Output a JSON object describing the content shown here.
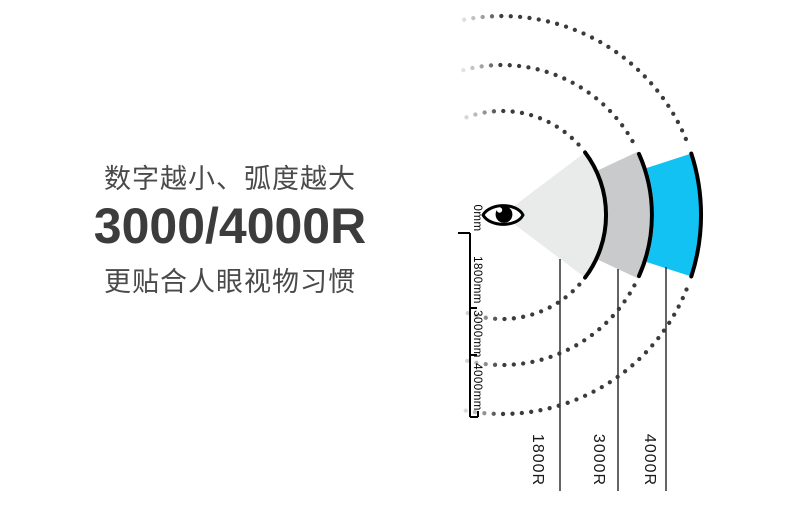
{
  "headline": {
    "line1": "数字越小、弧度越大",
    "value": "3000/4000R",
    "line3": "更贴合人眼视物习惯"
  },
  "diagram": {
    "ruler": {
      "labels": [
        "0mm",
        "1800mm",
        "3000mm",
        "4000mm"
      ]
    },
    "radius_markers": [
      "1800R",
      "3000R",
      "4000R"
    ],
    "colors": {
      "wedge_light": "#e9ebeb",
      "wedge_mid": "#c8cacb",
      "wedge_cyan": "#12c2f2",
      "ink": "#000000",
      "dot_gray": "#3b3b3b"
    }
  }
}
